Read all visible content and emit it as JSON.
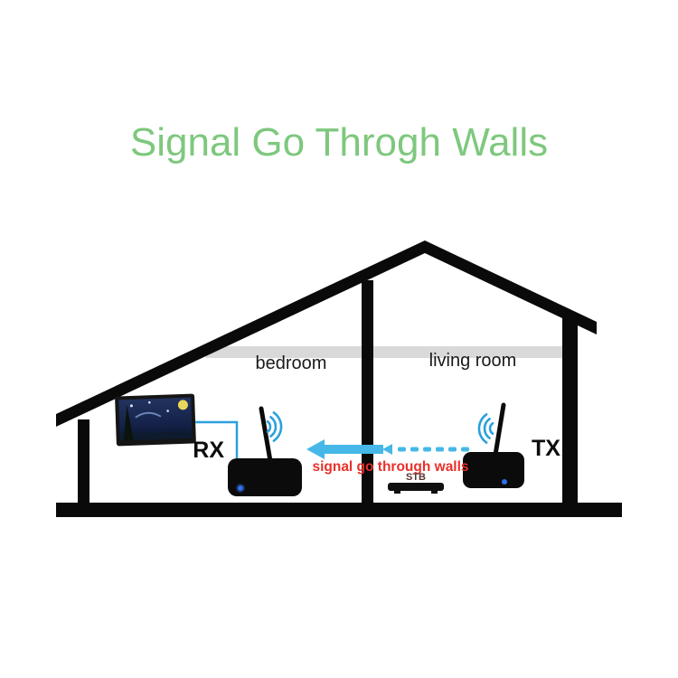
{
  "title": "Signal Go Throgh Walls",
  "rooms": {
    "left_label": "bedroom",
    "right_label": "living room"
  },
  "devices": {
    "receiver_label": "RX",
    "transmitter_label": "TX",
    "stb_label": "STB"
  },
  "signal": {
    "caption": "signal go through walls"
  },
  "colors": {
    "title": "#7ec87e",
    "signal": "#45b8e8",
    "caption": "#e8312a",
    "house": "#0a0a0a",
    "ceiling": "#d9d9d9",
    "led": "#2f6fe8"
  }
}
